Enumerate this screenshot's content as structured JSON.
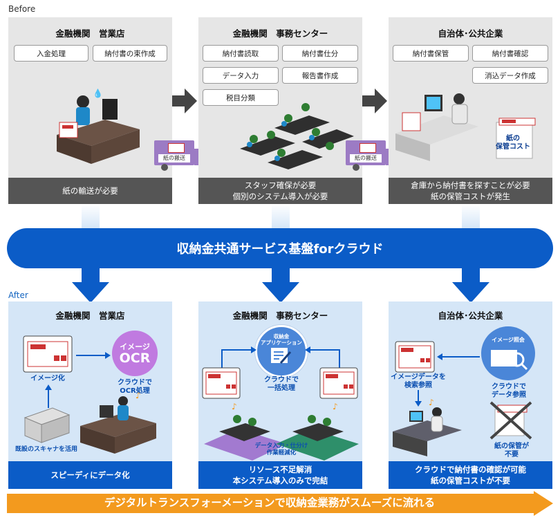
{
  "labels": {
    "before": "Before",
    "after": "After"
  },
  "before": {
    "panels": [
      {
        "title": "金融機関　営業店",
        "tasks": [
          "入金処理",
          "納付書の束作成"
        ],
        "footer": [
          "紙の輸送が必要"
        ]
      },
      {
        "title": "金融機関　事務センター",
        "tasks": [
          "納付書読取",
          "納付書仕分",
          "データ入力",
          "報告書作成",
          "税目分類"
        ],
        "footer": [
          "スタッフ確保が必要",
          "個別のシステム導入が必要"
        ]
      },
      {
        "title": "自治体･公共企業",
        "tasks": [
          "納付書保管",
          "納付書確認",
          "消込データ作成"
        ],
        "footer": [
          "倉庫から納付書を探すことが必要",
          "紙の保管コストが発生"
        ],
        "paper_label": [
          "紙の",
          "保管コスト"
        ]
      }
    ],
    "truck_label": "紙の搬送"
  },
  "cloud": {
    "title": "収納金共通サービス基盤forクラウド"
  },
  "after": {
    "panels": [
      {
        "title": "金融機関　営業店",
        "image_label": "イメージ化",
        "ocr_lines": [
          "イメージ",
          "OCR"
        ],
        "ocr_caption": [
          "クラウドで",
          "OCR処理"
        ],
        "scanner_label": "既設のスキャナを活用",
        "footer": [
          "スピーディにデータ化"
        ]
      },
      {
        "title": "金融機関　事務センター",
        "app_label": [
          "収納金",
          "アプリケーション"
        ],
        "batch_caption": [
          "クラウドで",
          "一括処理"
        ],
        "work_label": [
          "データ入力・仕分け",
          "作業軽減化"
        ],
        "footer": [
          "リソース不足解消",
          "本システム導入のみで完結"
        ]
      },
      {
        "title": "自治体･公共企業",
        "view_label": "イメージ照会",
        "search_caption": [
          "イメージデータを",
          "検索参照"
        ],
        "cloud_caption": [
          "クラウドで",
          "データ参照"
        ],
        "paper_caption": [
          "紙の保管が",
          "不要"
        ],
        "footer": [
          "クラウドで納付書の確認が可能",
          "紙の保管コストが不要"
        ]
      }
    ]
  },
  "banner": {
    "text": "デジタルトランスフォーメーションで収納金業務がスムーズに流れる"
  },
  "colors": {
    "blue": "#0b5cc7",
    "dark_gray": "#555555",
    "panel_gray": "#e6e6e6",
    "panel_blue": "#d5e6f7",
    "orange": "#f39a1e",
    "purple": "#9c7bc4",
    "ocr_purple": "#c07ae0"
  }
}
